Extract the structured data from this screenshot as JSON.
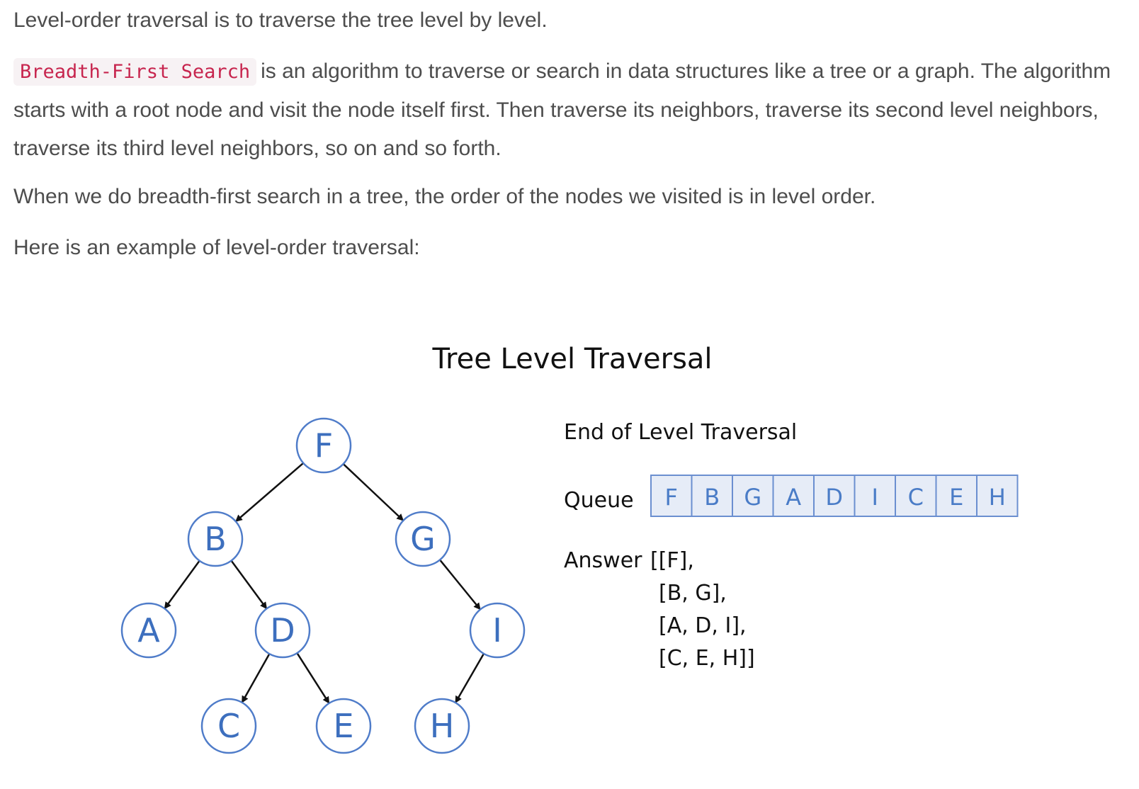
{
  "paragraphs": {
    "p1": "Level-order traversal is to traverse the tree level by level.",
    "p2_code": "Breadth-First Search",
    "p2_text": "is an algorithm to traverse or search in data structures like a tree or a graph. The algorithm starts with a root node and visit the node itself first. Then traverse its neighbors, traverse its second level neighbors, traverse its third level neighbors, so on and so forth.",
    "p3": "When we do breadth-first search in a tree, the order of the nodes we visited is in level order.",
    "p4": "Here is an example of level-order traversal:"
  },
  "figure": {
    "title": "Tree Level Traversal",
    "subtitle": "End of Level Traversal",
    "queue_label": "Queue",
    "queue": [
      "F",
      "B",
      "G",
      "A",
      "D",
      "I",
      "C",
      "E",
      "H"
    ],
    "answer_label": "Answer",
    "answer_lines": [
      "[[F],",
      "[B, G],",
      "[A, D, I],",
      "[C, E, H]]"
    ],
    "tree": {
      "nodes": [
        "F",
        "B",
        "G",
        "A",
        "D",
        "I",
        "C",
        "E",
        "H"
      ],
      "edges": [
        [
          "F",
          "B"
        ],
        [
          "F",
          "G"
        ],
        [
          "B",
          "A"
        ],
        [
          "B",
          "D"
        ],
        [
          "G",
          "I"
        ],
        [
          "D",
          "C"
        ],
        [
          "D",
          "E"
        ],
        [
          "I",
          "H"
        ]
      ]
    },
    "colors": {
      "node_stroke": "#4f7cc9",
      "node_text": "#3d6fbe",
      "queue_fill": "#e6ecf7",
      "edge": "#111111"
    }
  }
}
